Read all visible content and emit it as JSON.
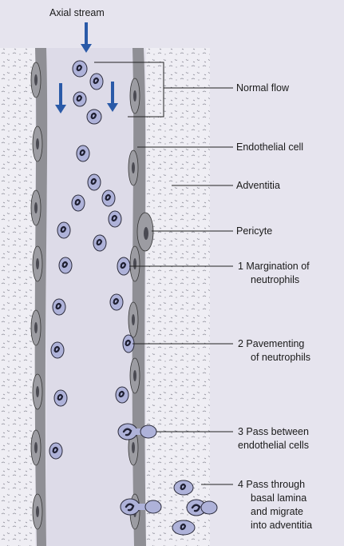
{
  "figure": {
    "top_label": "Axial stream",
    "labels": {
      "normal_flow": "Normal flow",
      "endothelial_cell": "Endothelial cell",
      "adventitia": "Adventitia",
      "pericyte": "Pericyte",
      "step1_line1": "1  Margination of",
      "step1_line2": "neutrophils",
      "step2_line1": "2  Pavementing",
      "step2_line2": "of neutrophils",
      "step3_line1": "3  Pass between",
      "step3_line2": "endothelial cells",
      "step4_line1": "4  Pass through",
      "step4_line2": "basal lamina",
      "step4_line3": "and migrate",
      "step4_line4": "into adventitia"
    }
  },
  "colors": {
    "background": "#e6e4ee",
    "adventitia": "#efeef4",
    "lumen": "#dddbe8",
    "wall": "#8f8f95",
    "endothelium": "#9c9ca2",
    "neutrophil_fill": "#aeb2d9",
    "neutrophil_nucleus": "#1f2033",
    "arrow": "#2a5aa8",
    "leader": "#222222"
  },
  "icons": {
    "arrow": "blue-down-arrow",
    "neutrophil": "neutrophil-cell",
    "endothelial": "spindle-endothelial-cell"
  }
}
